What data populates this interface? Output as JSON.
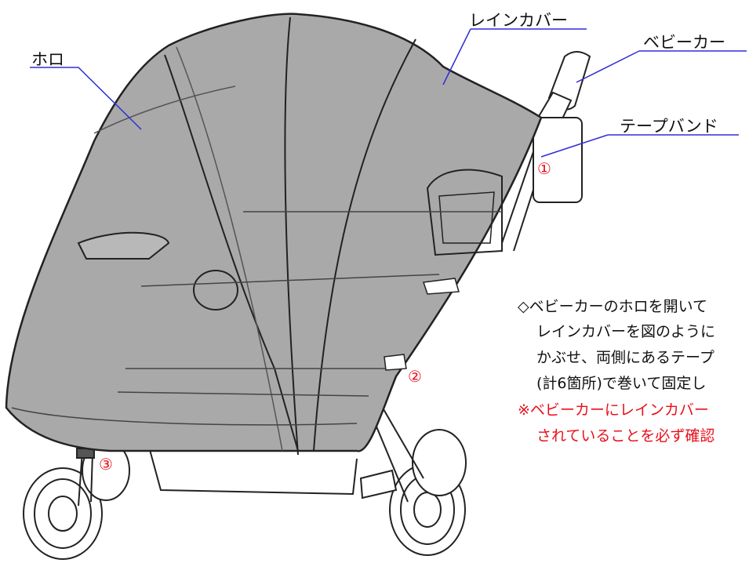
{
  "labels": {
    "hood": "ホロ",
    "rain_cover": "レインカバー",
    "stroller": "ベビーカー",
    "tape_band": "テープバンド"
  },
  "markers": [
    "①",
    "②",
    "③"
  ],
  "instructions": {
    "line1": "◇ベビーカーのホロを開いて",
    "line2": "レインカバーを図のように",
    "line3": "かぶせ、両側にあるテープ",
    "line4": "(計6箇所)で巻いて固定し",
    "warning1": "※ベビーカーにレインカバー",
    "warning2": "されていることを必ず確認"
  },
  "colors": {
    "cover_fill": "#a9a9a9",
    "leader_line": "#2e2ed8",
    "outline": "#222222",
    "warning_text": "#e8101a"
  }
}
